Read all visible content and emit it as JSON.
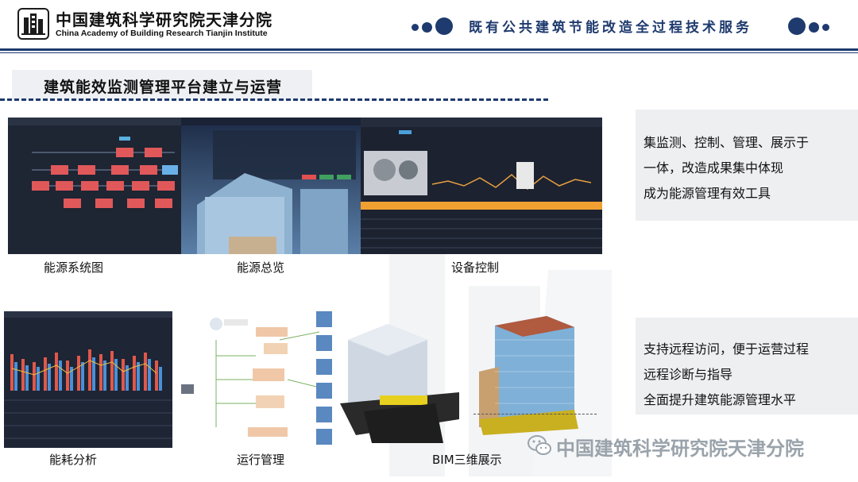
{
  "header": {
    "org_cn": "中国建筑科学研究院天津分院",
    "org_en": "China Academy of Building Research Tianjin Institute",
    "slogan": "既有公共建筑节能改造全过程技术服务"
  },
  "title": "建筑能效监测管理平台建立与运营",
  "screens": [
    {
      "caption": "能源系统图"
    },
    {
      "caption": "能源总览"
    },
    {
      "caption": "设备控制"
    },
    {
      "caption": "能耗分析"
    },
    {
      "caption": "运行管理"
    },
    {
      "caption": "BIM三维展示"
    }
  ],
  "panel_top": {
    "lines": [
      "集监测、控制、管理、展示于",
      "一体，改造成果集中体现",
      "成为能源管理有效工具"
    ]
  },
  "panel_bottom": {
    "lines": [
      "支持远程访问，便于运营过程",
      "远程诊断与指导",
      "全面提升建筑能源管理水平"
    ]
  },
  "watermark": "中国建筑科学研究院天津分院",
  "colors": {
    "brand": "#1e3a6e",
    "panel": "#eeeff1",
    "accent_orange": "#f0a030"
  }
}
